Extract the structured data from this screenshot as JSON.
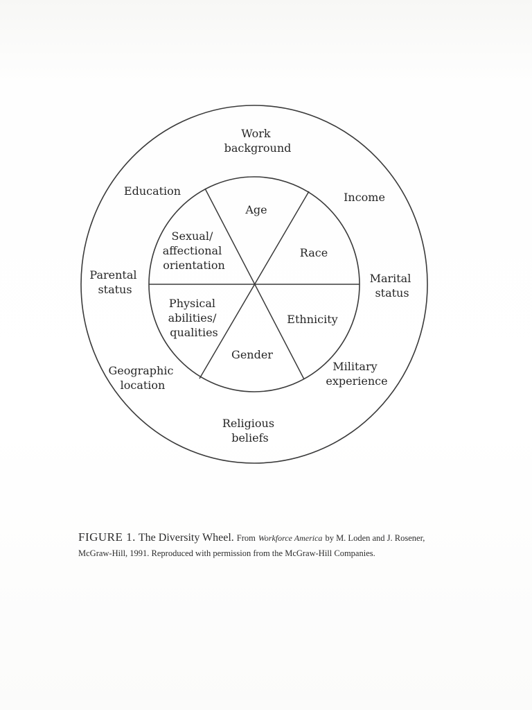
{
  "figure": {
    "inner_labels": [
      {
        "id": "age",
        "lines": [
          "Age"
        ]
      },
      {
        "id": "race",
        "lines": [
          "Race"
        ]
      },
      {
        "id": "ethnicity",
        "lines": [
          "Ethnicity"
        ]
      },
      {
        "id": "gender",
        "lines": [
          "Gender"
        ]
      },
      {
        "id": "physical",
        "lines": [
          "Physical",
          "abilities/",
          "qualities"
        ]
      },
      {
        "id": "sexual",
        "lines": [
          "Sexual/",
          "affectional",
          "orientation"
        ]
      }
    ],
    "outer_labels": [
      {
        "id": "work",
        "lines": [
          "Work",
          "background"
        ]
      },
      {
        "id": "income",
        "lines": [
          "Income"
        ]
      },
      {
        "id": "marital",
        "lines": [
          "Marital",
          "status"
        ]
      },
      {
        "id": "military",
        "lines": [
          "Military",
          "experience"
        ]
      },
      {
        "id": "religious",
        "lines": [
          "Religious",
          "beliefs"
        ]
      },
      {
        "id": "geographic",
        "lines": [
          "Geographic",
          "location"
        ]
      },
      {
        "id": "parental",
        "lines": [
          "Parental",
          "status"
        ]
      },
      {
        "id": "education",
        "lines": [
          "Education"
        ]
      }
    ]
  },
  "caption": {
    "fig_num": "FIGURE 1.",
    "fig_title": "The Diversity Wheel.",
    "credit_prefix": "From",
    "book_title": "Workforce America",
    "credit_suffix": "by M. Loden and J. Rosener,",
    "credit_line2": "McGraw-Hill, 1991. Reproduced with permission from the McGraw-Hill Companies."
  },
  "colors": {
    "ink": "#2a2a2a",
    "paper": "#fdfdfc"
  }
}
